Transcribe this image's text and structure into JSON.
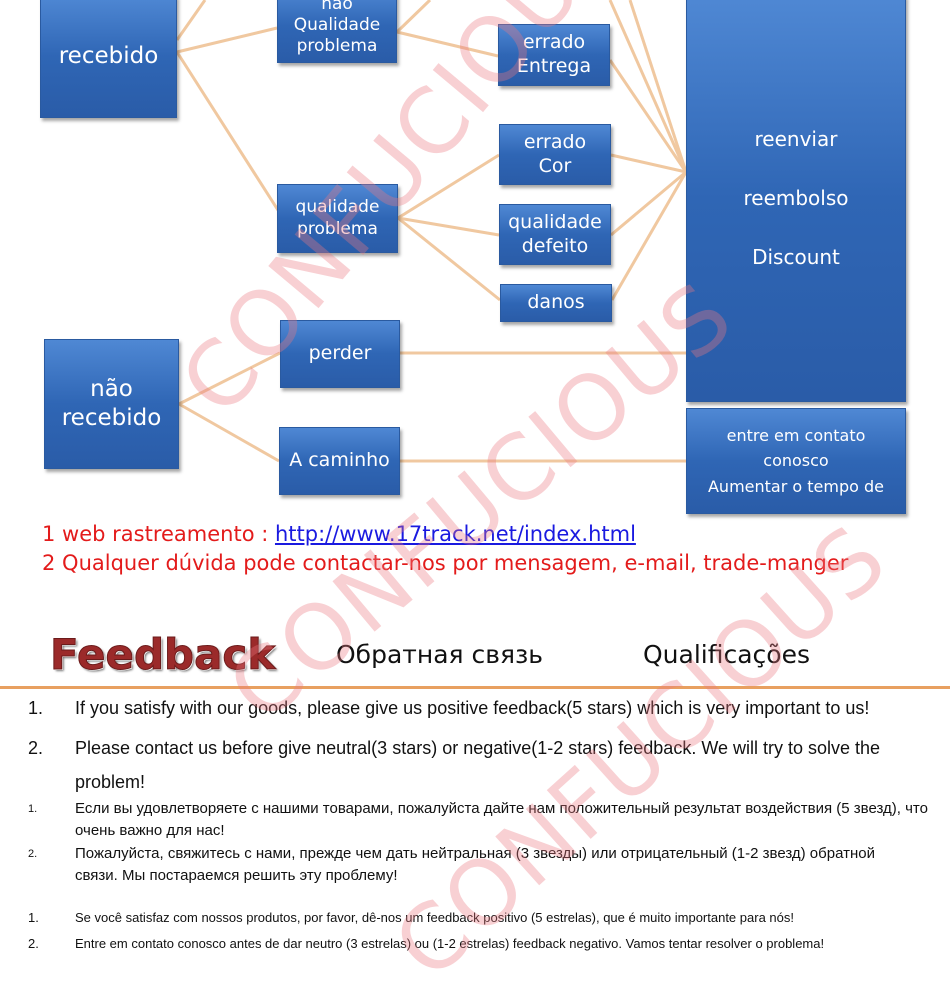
{
  "diagram": {
    "received": "recebido",
    "quality_issue_top": [
      "não",
      "Qualidade",
      "problema"
    ],
    "wrong_delivery": [
      "errado",
      "Entrega"
    ],
    "solutions": [
      "reenviar",
      "reembolso",
      "Discount"
    ],
    "quality_issue": [
      "qualidade",
      "problema"
    ],
    "wrong_color": [
      "errado",
      "Cor"
    ],
    "quality_defect": [
      "qualidade",
      "defeito"
    ],
    "damage": "danos",
    "not_received": [
      "não",
      "recebido"
    ],
    "lost": "perder",
    "on_the_way": "A caminho",
    "contact": [
      "entre em contato",
      "conosco",
      "Aumentar o tempo de"
    ]
  },
  "notes": {
    "line1_prefix": "1 web rastreamento : ",
    "line1_link": "http://www.17track.net/index.html",
    "line2": "2 Qualquer dúvida pode contactar-nos por mensagem, e-mail, trade-manger"
  },
  "feedback": {
    "title": "Feedback",
    "title_ru": "Обратная связь",
    "title_pt": "Qualificações",
    "en": [
      {
        "n": "1.",
        "text": "If you satisfy with our goods, please give us positive feedback(5 stars) which is very important to us!"
      },
      {
        "n": "2.",
        "text": "Please contact us before give neutral(3 stars) or negative(1-2 stars) feedback. We will try to solve the problem!"
      }
    ],
    "ru": [
      {
        "n": "1.",
        "text": "Если вы удовлетворяете с нашими товарами, пожалуйста дайте нам положительный результат воздействия (5 звезд), что очень важно для нас!"
      },
      {
        "n": "2.",
        "text": "Пожалуйста, свяжитесь с нами, прежде чем дать нейтральная (3 звезды) или отрицательный (1-2 звезд) обратной связи. Мы постараемся решить эту проблему!"
      }
    ],
    "pt": [
      {
        "n": "1.",
        "text": "Se você satisfaz com nossos produtos, por favor, dê-nos um feedback positivo (5 estrelas), que é muito importante para nós!"
      },
      {
        "n": "2.",
        "text": "Entre em contato conosco antes de dar neutro (3 estrelas) ou (1-2 estrelas) feedback negativo. Vamos tentar resolver o problema!"
      }
    ]
  },
  "watermark": "CONFUCIOUS",
  "colors": {
    "box": "#2f66b5",
    "line": "#f0c8a0",
    "red": "#e31b1b",
    "feedback": "#9b2a2a",
    "rule": "#e8a060"
  }
}
